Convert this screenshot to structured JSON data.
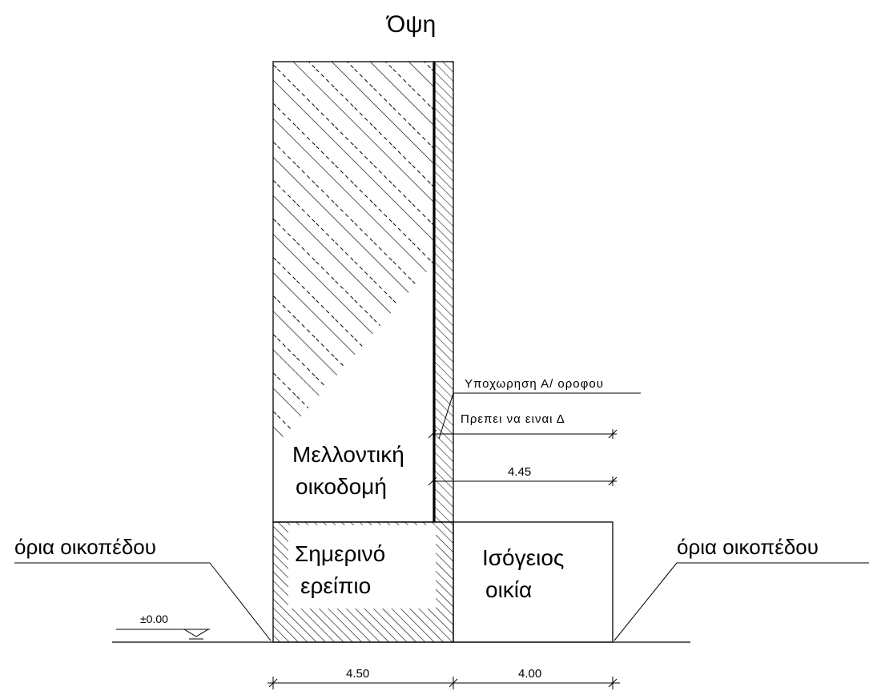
{
  "title": "Όψη",
  "future_building": {
    "label_line1": "Μελλοντική",
    "label_line2": "οικοδομή"
  },
  "ruin": {
    "label_line1": "Σημερινό",
    "label_line2": "ερείπιο"
  },
  "ground_house": {
    "label_line1": "Ισόγειος",
    "label_line2": "οικία"
  },
  "plot_limit_left": "όρια οικοπέδου",
  "plot_limit_right": "όρια οικοπέδου",
  "setback_note": "Υποχωρηση Α/ οροφου",
  "must_be_note": "Πρεπει να ειναι Δ",
  "setback_dimension": "4.45",
  "elevation_mark": "±0.00",
  "dim_ruin_width": "4.50",
  "dim_house_width": "4.00",
  "colors": {
    "line": "#000000",
    "background": "#ffffff"
  }
}
